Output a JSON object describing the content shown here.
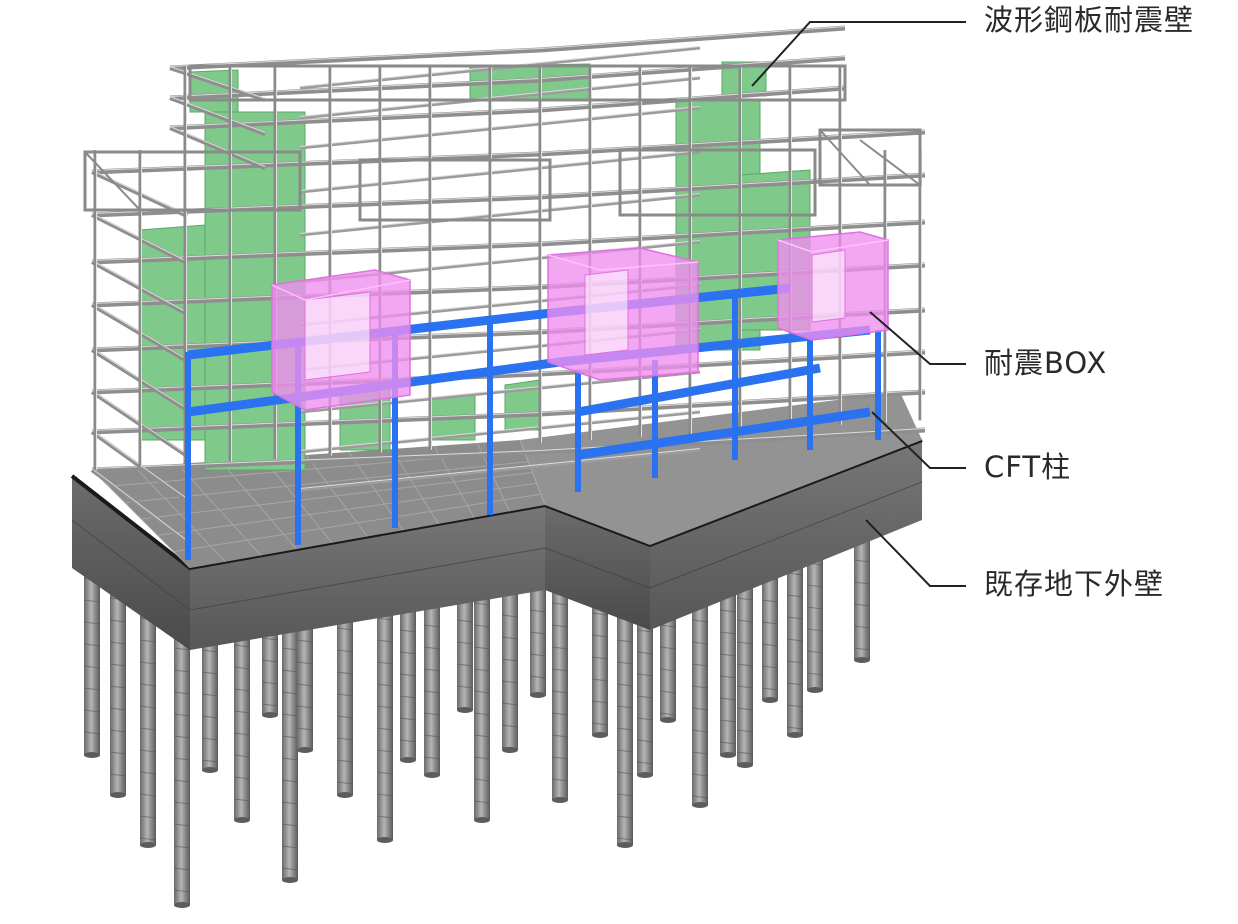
{
  "callouts": [
    {
      "label": "波形鋼板耐震壁"
    },
    {
      "label": "耐震BOX"
    },
    {
      "label": "CFT柱"
    },
    {
      "label": "既存地下外壁"
    }
  ],
  "colors": {
    "steel": "#9a9a9a",
    "steel_light": "#cfcfcf",
    "shear_wall": "#7fc98a",
    "seismic_box": "#f08ef0",
    "cft_column": "#2a72f0",
    "basement": "#5e5e5e",
    "pile": "#8a8a8a",
    "leader": "#222222"
  }
}
